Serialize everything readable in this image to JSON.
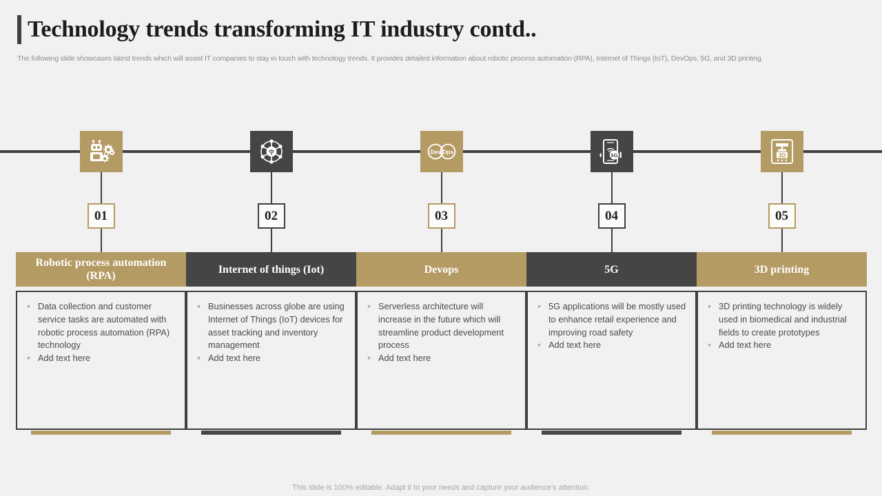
{
  "header": {
    "title": "Technology trends transforming IT industry contd..",
    "subtitle": "The following slide showcases latest trends which will assist IT companies to stay in touch with technology trends. It provides detailed information about robotic process automation (RPA), Internet of Things (IoT), DevOps, 5G, and 3D printing."
  },
  "theme": {
    "gold": "#b49a63",
    "dark": "#454545",
    "line": "#3f3f3f",
    "background": "#f1f1f1",
    "body_text": "#4a4a4a"
  },
  "columns": [
    {
      "number": "01",
      "tone": "gold",
      "icon": "robot-gears-icon",
      "title": "Robotic process automation (RPA)",
      "bullets": [
        "Data collection and customer service tasks are automated with robotic process automation (RPA) technology",
        "Add text here"
      ]
    },
    {
      "number": "02",
      "tone": "dark",
      "icon": "iot-network-wifi-icon",
      "title": "Internet of things (Iot)",
      "bullets": [
        "Businesses across globe are using Internet of Things (IoT) devices for asset tracking and inventory management",
        "Add text here"
      ]
    },
    {
      "number": "03",
      "tone": "gold",
      "icon": "devops-infinity-icon",
      "icon_labels": [
        "Dev",
        "Ops"
      ],
      "title": "Devops",
      "bullets": [
        "Serverless architecture will increase in the future which will streamline product development process",
        "Add text here"
      ]
    },
    {
      "number": "04",
      "tone": "dark",
      "icon": "smartphone-5g-icon",
      "icon_labels": [
        "5G"
      ],
      "title": "5G",
      "bullets": [
        "5G applications will be mostly used to enhance retail experience and improving road safety",
        "Add text here"
      ]
    },
    {
      "number": "05",
      "tone": "gold",
      "icon": "3d-printer-icon",
      "icon_labels": [
        "3D"
      ],
      "title": "3D printing",
      "bullets": [
        "3D printing technology is widely used in biomedical and industrial fields to create prototypes",
        "Add text here"
      ]
    }
  ],
  "footer": {
    "note": "This slide is 100% editable. Adapt it to your needs and capture your audience's attention."
  }
}
